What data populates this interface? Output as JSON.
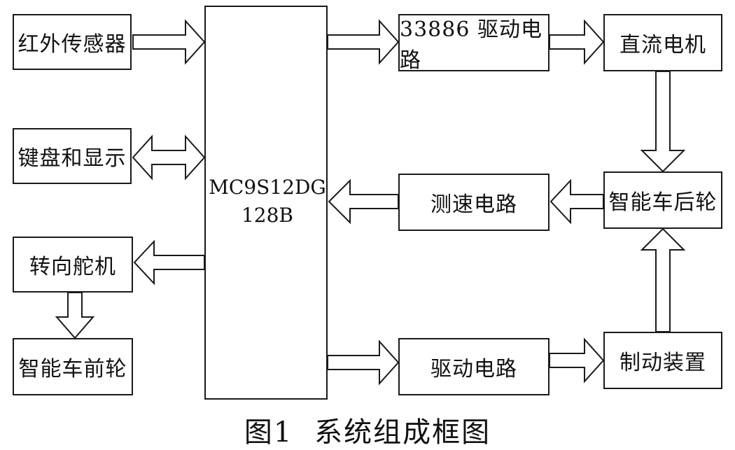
{
  "blocks": {
    "infrared": "红外传感器",
    "keyboard": "键盘和显示",
    "servo": "转向舵机",
    "front_wheel": "智能车前轮",
    "mcu_line1": "MC9S12DG",
    "mcu_line2": "128B",
    "driver_33886": "33886 驱动电路",
    "dc_motor": "直流电机",
    "speed_circuit": "测速电路",
    "rear_wheel": "智能车后轮",
    "drive_circuit": "驱动电路",
    "brake": "制动装置"
  },
  "caption": {
    "figure_no": "图1",
    "title": "系统组成框图"
  }
}
